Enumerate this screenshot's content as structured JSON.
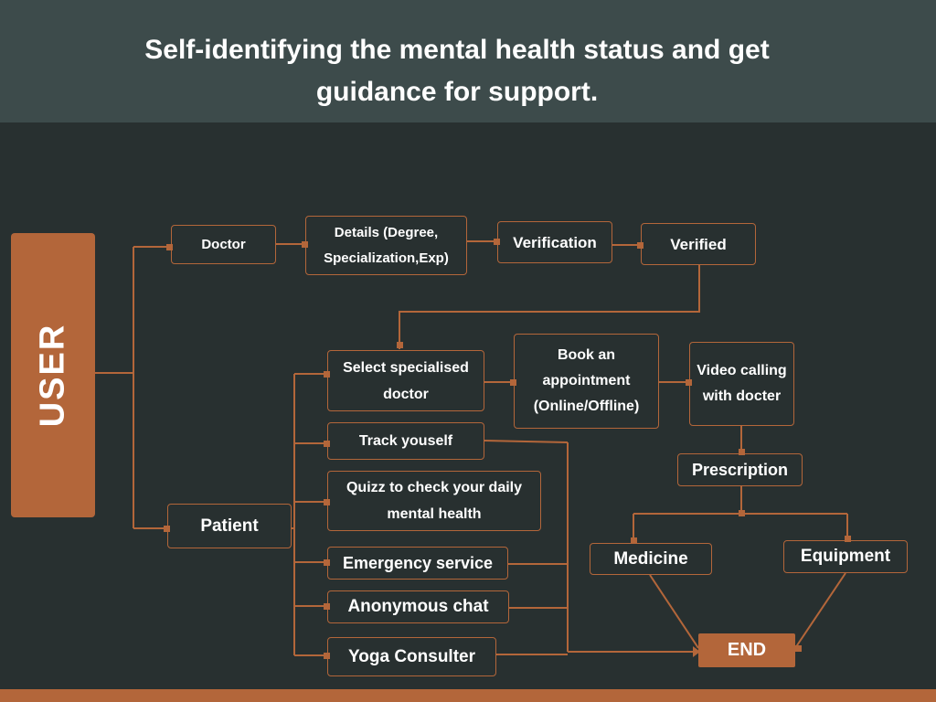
{
  "title": "Self-identifying the mental health status and get guidance for support.",
  "colors": {
    "background": "#283030",
    "header": "#3d4b4b",
    "accent": "#b3663a",
    "text": "#ffffff"
  },
  "nodes": {
    "user": "USER",
    "doctor": "Doctor",
    "details": "Details (Degree, Specialization,Exp)",
    "verification": "Verification",
    "verified": "Verified",
    "patient": "Patient",
    "select_doctor": "Select specialised doctor",
    "track": "Track youself",
    "quiz": "Quizz to check your daily mental health",
    "emergency": "Emergency service",
    "anon_chat": "Anonymous chat",
    "yoga": "Yoga Consulter",
    "book": "Book an appointment (Online/Offline)",
    "video": "Video calling with docter",
    "prescription": "Prescription",
    "medicine": "Medicine",
    "equipment": "Equipment",
    "end": "END"
  }
}
